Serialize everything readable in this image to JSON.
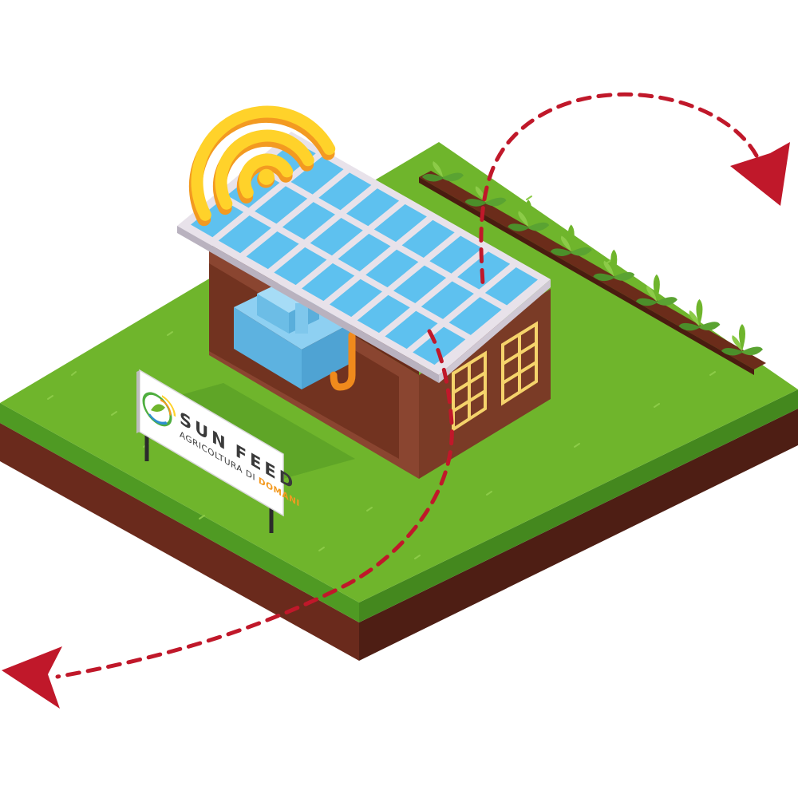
{
  "sign": {
    "brand_part1": "SUN",
    "brand_part2": "FEED",
    "tagline_part1": "AGRICOLTURA DI ",
    "tagline_part2": "DOMANI"
  },
  "icons": {
    "signal": "wifi-signal-icon",
    "logo": "sunfeed-logo-icon",
    "arrow_in": "arrow-top-right-icon",
    "arrow_out": "arrow-bottom-left-icon"
  },
  "colors": {
    "grass": "#6fb52c",
    "soil": "#5a2418",
    "house_wall": "#7a3b26",
    "solar_panel": "#5ec1ef",
    "frame": "#e8e2ea",
    "window_frame": "#f5d36b",
    "tank": "#66b8e6",
    "pipe": "#f08a1c",
    "signal_yellow": "#ffd22a",
    "signal_orange": "#f39a21",
    "arrow_red": "#c0182a",
    "brand_accent": "#f39a21"
  }
}
